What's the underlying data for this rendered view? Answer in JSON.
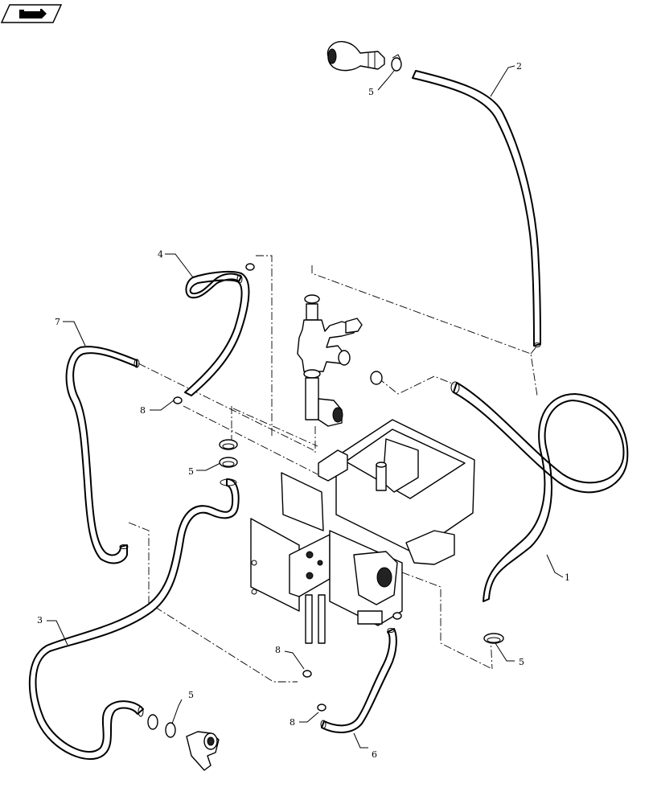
{
  "nav_icon": "page-navigation-arrow-icon",
  "callouts": {
    "c1": "1",
    "c2": "2",
    "c3": "3",
    "c4": "4",
    "c5a": "5",
    "c5b": "5",
    "c5c": "5",
    "c5d": "5",
    "c6": "6",
    "c7": "7",
    "c8a": "8",
    "c8b": "8",
    "c8c": "8"
  }
}
